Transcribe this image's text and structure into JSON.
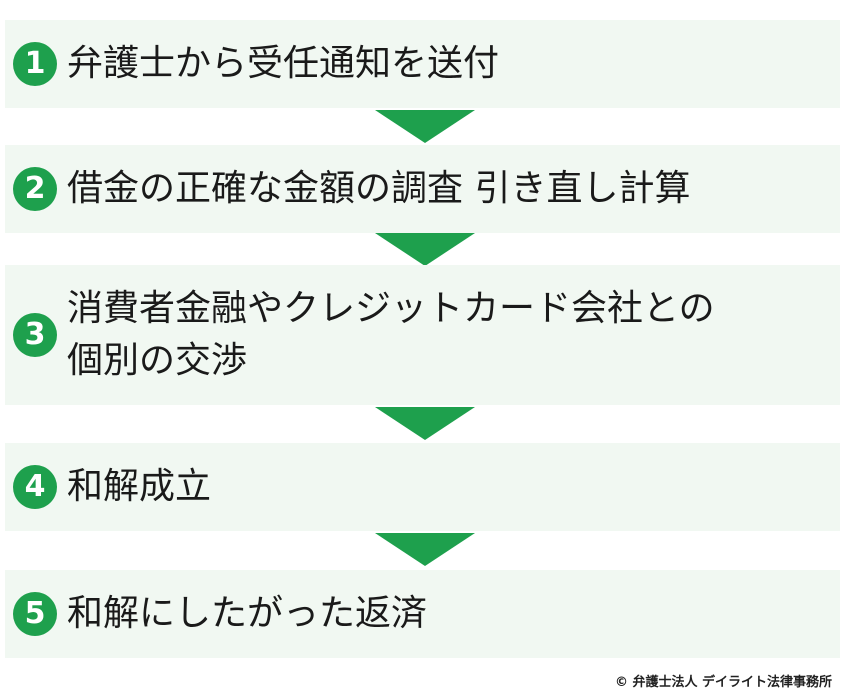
{
  "steps": [
    {
      "number": "1",
      "text": "弁護士から受任通知を送付"
    },
    {
      "number": "2",
      "text": "借金の正確な金額の調査 引き直し計算"
    },
    {
      "number": "3",
      "text": "消費者金融やクレジットカード会社との\n個別の交渉"
    },
    {
      "number": "4",
      "text": "和解成立"
    },
    {
      "number": "5",
      "text": "和解にしたがった返済"
    }
  ],
  "copyright": "© 弁護士法人 デイライト法律事務所",
  "colors": {
    "accent": "#1ea04d",
    "step_background": "#f1f8f2",
    "text": "#1a1a1a"
  }
}
